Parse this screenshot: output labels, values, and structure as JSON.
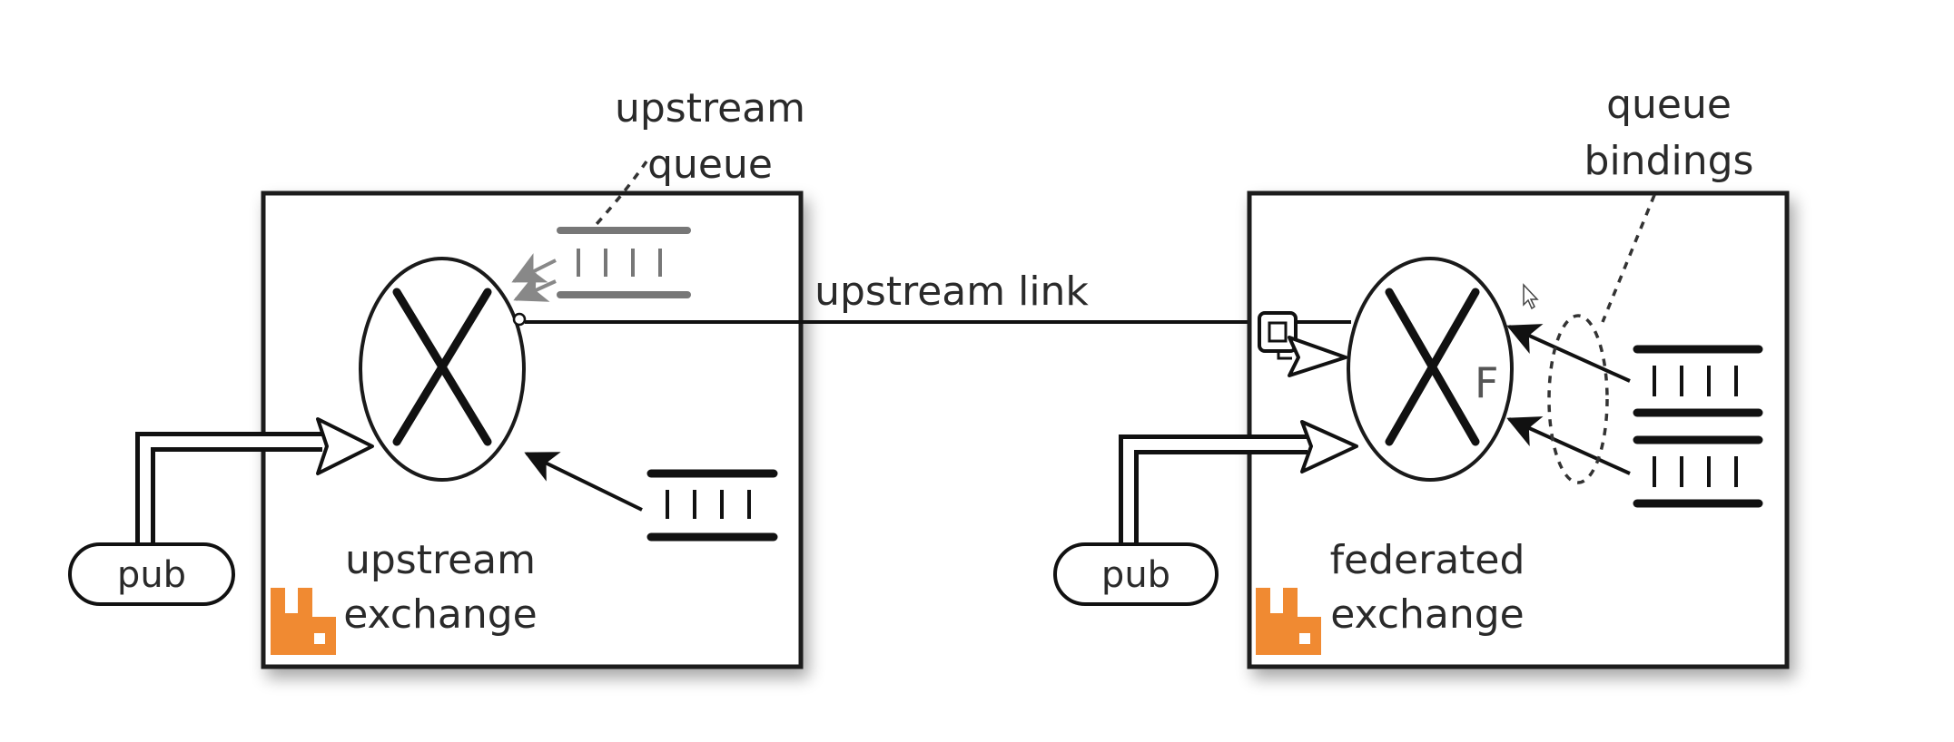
{
  "upstream": {
    "box_label": [
      "upstream",
      "exchange"
    ],
    "queue_callout": [
      "upstream",
      "queue"
    ],
    "publisher": "pub"
  },
  "federated": {
    "box_label": [
      "federated",
      "exchange"
    ],
    "bindings_callout": [
      "queue",
      "bindings"
    ],
    "publisher": "pub",
    "exchange_mark": "F"
  },
  "link_label": "upstream link",
  "colors": {
    "stroke": "#111111",
    "gray_stroke": "#777777",
    "logo": "#f08a32",
    "background": "#ffffff"
  },
  "icons": {
    "exchange": "x-in-ellipse",
    "logo": "rabbitmq-logo",
    "cursor": "mouse-pointer"
  }
}
